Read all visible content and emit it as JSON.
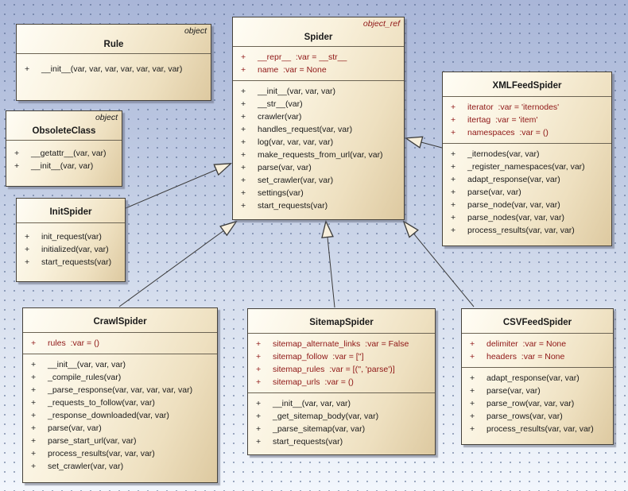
{
  "diagram": {
    "visibility_symbol": "+",
    "classes": [
      {
        "id": "rule",
        "stereotype": "object",
        "name": "Rule",
        "attributes": [],
        "methods": [
          "__init__(var, var, var, var, var, var, var)"
        ]
      },
      {
        "id": "obsoleteclass",
        "stereotype": "object",
        "name": "ObsoleteClass",
        "attributes": [],
        "methods": [
          "__getattr__(var, var)",
          "__init__(var, var)"
        ]
      },
      {
        "id": "initspider",
        "stereotype": "",
        "name": "InitSpider",
        "attributes": [],
        "methods": [
          "init_request(var)",
          "initialized(var, var)",
          "start_requests(var)"
        ]
      },
      {
        "id": "spider",
        "stereotype": "object_ref",
        "name": "Spider",
        "attributes": [
          "__repr__  :var = __str__",
          "name  :var = None"
        ],
        "methods": [
          "__init__(var, var, var)",
          "__str__(var)",
          "crawler(var)",
          "handles_request(var, var)",
          "log(var, var, var, var)",
          "make_requests_from_url(var, var)",
          "parse(var, var)",
          "set_crawler(var, var)",
          "settings(var)",
          "start_requests(var)"
        ]
      },
      {
        "id": "xmlfeedspider",
        "stereotype": "",
        "name": "XMLFeedSpider",
        "attributes": [
          "iterator  :var = 'iternodes'",
          "itertag  :var = 'item'",
          "namespaces  :var = ()"
        ],
        "methods": [
          "_iternodes(var, var)",
          "_register_namespaces(var, var)",
          "adapt_response(var, var)",
          "parse(var, var)",
          "parse_node(var, var, var)",
          "parse_nodes(var, var, var)",
          "process_results(var, var, var)"
        ]
      },
      {
        "id": "crawlspider",
        "stereotype": "",
        "name": "CrawlSpider",
        "attributes": [
          "rules  :var = ()"
        ],
        "methods": [
          "__init__(var, var, var)",
          "_compile_rules(var)",
          "_parse_response(var, var, var, var, var)",
          "_requests_to_follow(var, var)",
          "_response_downloaded(var, var)",
          "parse(var, var)",
          "parse_start_url(var, var)",
          "process_results(var, var, var)",
          "set_crawler(var, var)"
        ]
      },
      {
        "id": "sitemapspider",
        "stereotype": "",
        "name": "SitemapSpider",
        "attributes": [
          "sitemap_alternate_links  :var = False",
          "sitemap_follow  :var = ['']",
          "sitemap_rules  :var = [('', 'parse')]",
          "sitemap_urls  :var = ()"
        ],
        "methods": [
          "__init__(var, var, var)",
          "_get_sitemap_body(var, var)",
          "_parse_sitemap(var, var)",
          "start_requests(var)"
        ]
      },
      {
        "id": "csvfeedspider",
        "stereotype": "",
        "name": "CSVFeedSpider",
        "attributes": [
          "delimiter  :var = None",
          "headers  :var = None"
        ],
        "methods": [
          "adapt_response(var, var)",
          "parse(var, var)",
          "parse_row(var, var, var)",
          "parse_rows(var, var)",
          "process_results(var, var, var)"
        ]
      }
    ],
    "relations": [
      {
        "from": "InitSpider",
        "to": "Spider",
        "type": "generalization"
      },
      {
        "from": "CrawlSpider",
        "to": "Spider",
        "type": "generalization"
      },
      {
        "from": "SitemapSpider",
        "to": "Spider",
        "type": "generalization"
      },
      {
        "from": "CSVFeedSpider",
        "to": "Spider",
        "type": "generalization"
      },
      {
        "from": "XMLFeedSpider",
        "to": "Spider",
        "type": "generalization"
      }
    ],
    "colors": {
      "background_top": "#a9b6d8",
      "background_bottom": "#f2f6fc",
      "grid_dot": "#4b5f87",
      "box_fill_light": "#fffdf5",
      "box_fill_dark": "#ddc9a0",
      "box_border": "#45413a",
      "attribute_text": "#8e1515",
      "method_text": "#1a1a1a",
      "stereotype_ref_text": "#8e1515",
      "connector": "#3a3a3a"
    }
  }
}
